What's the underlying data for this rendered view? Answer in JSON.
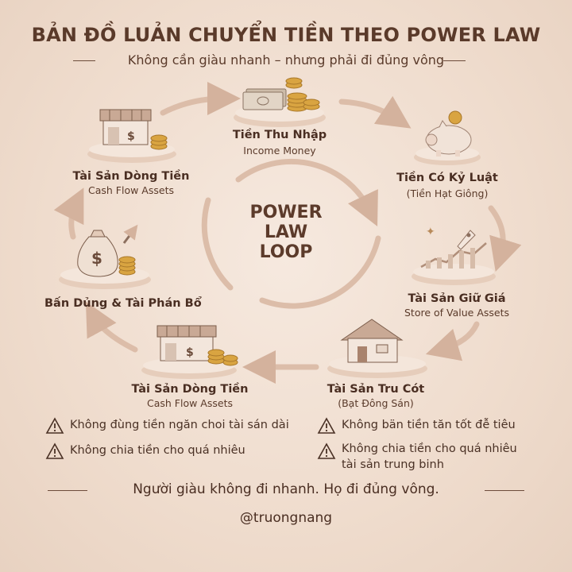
{
  "header": {
    "title": "BẢN ĐỒ LUẢN CHUYỂN TIỀN THEO POWER LAW",
    "subtitle": "Không cần giàu nhanh – nhưng phải đi đủng vông"
  },
  "center": {
    "line1": "POWER",
    "line2": "LAW",
    "line3": "LOOP"
  },
  "nodes": {
    "income": {
      "title": "Tiền Thu Nhập",
      "sub": "Income Money"
    },
    "discipline": {
      "title": "Tiền Có Kỷ Luật",
      "sub": "(Tiền Hạt Giông)"
    },
    "store_value": {
      "title": "Tài Sản Giữ Giá",
      "sub": "Store of Value Assets"
    },
    "core_asset": {
      "title": "Tài Sản Tru Cót",
      "sub": "(Bạt Đông Sán)"
    },
    "cashflow_bottom": {
      "title": "Tài Sản Dòng Tiền",
      "sub": "Cash Flow Assets"
    },
    "spend_allocate": {
      "title": "Bấn Dủng & Tài Phán Bổ"
    },
    "cashflow_top": {
      "title": "Tài Sản Dòng Tiền",
      "sub": "Cash Flow Assets"
    }
  },
  "warnings": {
    "left": [
      "Không đùng tiền ngăn choi tài sán dài",
      "Không chia tiền cho quá nhiêu"
    ],
    "right": [
      "Không bän tiền tăn tốt đễ tiêu",
      "Không chia tiền cho quá nhiêu",
      "tài sản trung binh"
    ]
  },
  "footer": {
    "quote": "Người giàu không đi nhanh. Họ đi đủng vông.",
    "handle": "@truongnang"
  },
  "colors": {
    "background": "#efdccd",
    "text": "#4a3125",
    "arrow": "#d8b8a4",
    "pedestal": "#f3e4d8",
    "coin": "#d9a441"
  },
  "icons": [
    "coin-stack-icon",
    "banknote-icon",
    "piggy-bank-icon",
    "rocket-chart-icon",
    "house-icon",
    "shop-icon",
    "money-bag-icon",
    "warning-icon"
  ]
}
